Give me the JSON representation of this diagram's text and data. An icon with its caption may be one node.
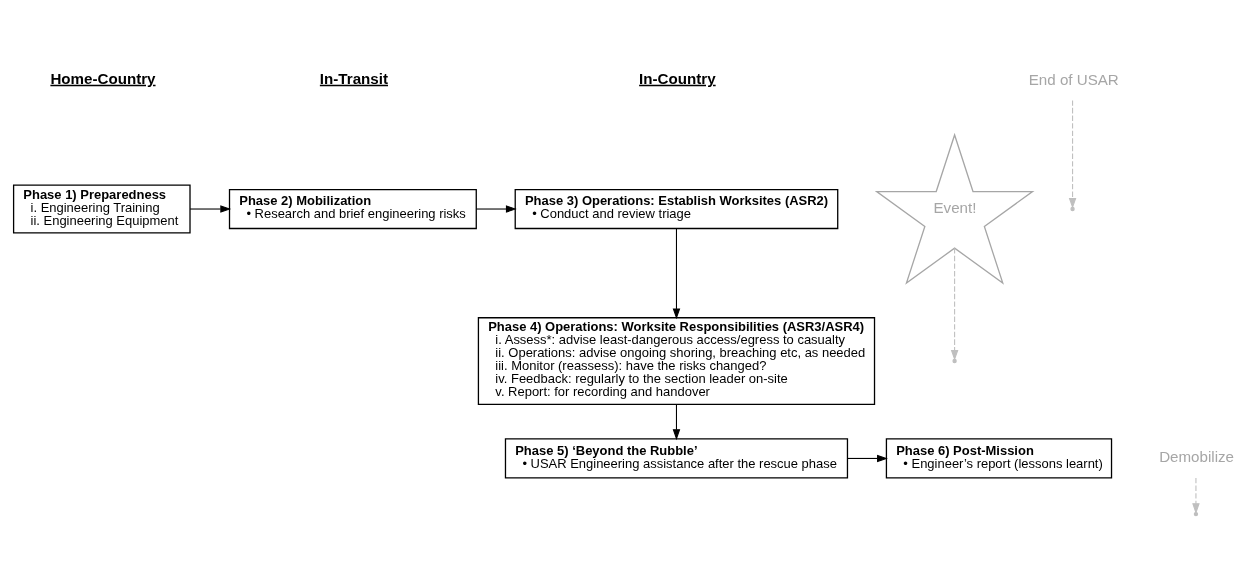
{
  "diagram": {
    "nodes": [
      {
        "text": [
          "Phase 1) Preparedness",
          "i. Engineering Training",
          "ii. Engineering Equipment"
        ]
      },
      {
        "text": [
          "Phase 2) Mobilization",
          "• Research and brief engineering risks"
        ]
      },
      {
        "text": [
          "Phase 3) Operations: Establish Worksites (ASR2)",
          "• Conduct and review triage"
        ]
      },
      {
        "text": [
          "Phase 4) Operations: Worksite Responsibilities (ASR3/ASR4)",
          "i. Assess*: advise least-dangerous access/egress to casualty",
          "ii. Operations: advise ongoing shoring, breaching etc, as needed",
          "iii. Monitor (reassess): have the risks changed?",
          "iv. Feedback: regularly to the section leader on-site",
          "v. Report: for recording and handover"
        ]
      },
      {
        "text": [
          "Phase 5) ‘Beyond the Rubble’",
          "• USAR Engineering assistance after the rescue phase"
        ]
      },
      {
        "text": [
          "Phase 6) Post-Mission",
          "• Engineer’s report (lessons learnt)"
        ]
      },
      {
        "text": [
          "Event!"
        ]
      },
      {
        "text": [
          "End of USAR"
        ]
      },
      {
        "text": [
          "Demobilize"
        ]
      }
    ],
    "edges": [
      {
        "from": 0,
        "to": 1,
        "arrow": "to"
      },
      {
        "from": 1,
        "to": 2,
        "arrow": "to"
      },
      {
        "from": 2,
        "to": 3,
        "arrow": "to"
      },
      {
        "from": 3,
        "to": 4,
        "arrow": "to"
      },
      {
        "from": 4,
        "to": 5,
        "arrow": "to"
      },
      {
        "from": 6,
        "to": null,
        "arrow": "to",
        "style": "dashed",
        "color": "#bfbfbf"
      },
      {
        "from": 7,
        "to": null,
        "arrow": "to",
        "style": "dashed",
        "color": "#bfbfbf"
      },
      {
        "from": 8,
        "to": null,
        "arrow": "to",
        "style": "dashed",
        "color": "#bfbfbf"
      }
    ],
    "labels": [
      "Home-Country",
      "In-Transit",
      "In-Country"
    ]
  }
}
